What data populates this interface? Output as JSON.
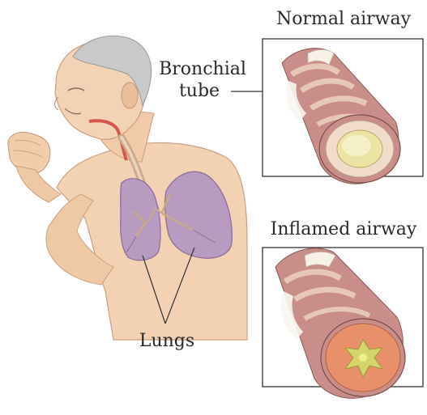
{
  "labels": {
    "normal_airway": "Normal airway",
    "bronchial_tube_line1": "Bronchial",
    "bronchial_tube_line2": "tube",
    "inflamed_airway": "Inflamed airway",
    "lungs": "Lungs"
  },
  "colors": {
    "skin": "#f3d2b4",
    "skin_shadow": "#dfae8a",
    "hair": "#c9c9c9",
    "lung": "#b79bc0",
    "lung_dark": "#8f6f9b",
    "airway_wall": "#c98e8a",
    "airway_ring": "#e7c7b5",
    "lumen_normal": "#ece4a4",
    "lumen_inflamed": "#e7906a",
    "mucus": "#d4d56a",
    "box_border": "#333333"
  }
}
